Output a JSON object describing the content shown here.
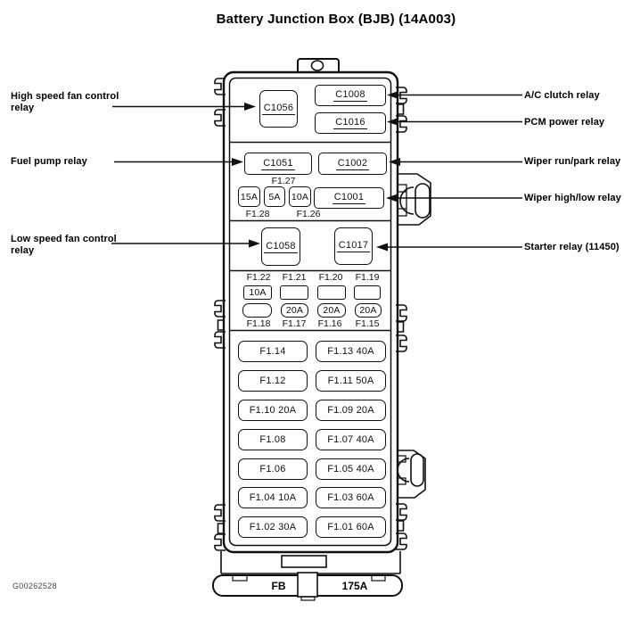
{
  "title": "Battery Junction Box (BJB) (14A003)",
  "doc_code": "G00262528",
  "colors": {
    "ink": "#111111",
    "paper": "#fdfdfd"
  },
  "relays": {
    "c1056": "C1056",
    "c1008": "C1008",
    "c1016": "C1016",
    "c1051": "C1051",
    "c1002": "C1002",
    "c1001": "C1001",
    "c1058": "C1058",
    "c1017": "C1017"
  },
  "mini": {
    "f127": "F1.27",
    "f128": "F1.28",
    "f126": "F1.26",
    "fuses": [
      "15A",
      "5A",
      "10A"
    ]
  },
  "grid": {
    "top": [
      "F1.22",
      "F1.21",
      "F1.20",
      "F1.19"
    ],
    "row1": [
      "10A",
      "",
      "",
      ""
    ],
    "row2": [
      "",
      "20A",
      "20A",
      "20A"
    ],
    "bottom": [
      "F1.18",
      "F1.17",
      "F1.16",
      "F1.15"
    ]
  },
  "large": {
    "left": [
      "F1.14",
      "F1.12",
      "F1.10 20A",
      "F1.08",
      "F1.06",
      "F1.04 10A",
      "F1.02 30A"
    ],
    "right": [
      "F1.13 40A",
      "F1.11 50A",
      "F1.09 20A",
      "F1.07 40A",
      "F1.05 40A",
      "F1.03 60A",
      "F1.01 60A"
    ]
  },
  "bar": {
    "fb": "FB",
    "amp": "175A"
  },
  "callouts": {
    "left": [
      {
        "label": "High speed fan control relay",
        "target": "C1056"
      },
      {
        "label": "Fuel pump relay",
        "target": "C1051"
      },
      {
        "label": "Low speed fan control relay",
        "target": "C1058"
      }
    ],
    "right": [
      {
        "label": "A/C clutch relay",
        "target": "C1008"
      },
      {
        "label": "PCM power relay",
        "target": "C1016"
      },
      {
        "label": "Wiper run/park relay",
        "target": "C1002"
      },
      {
        "label": "Wiper high/low relay",
        "target": "C1001"
      },
      {
        "label": "Starter relay (11450)",
        "target": "C1017"
      }
    ]
  }
}
